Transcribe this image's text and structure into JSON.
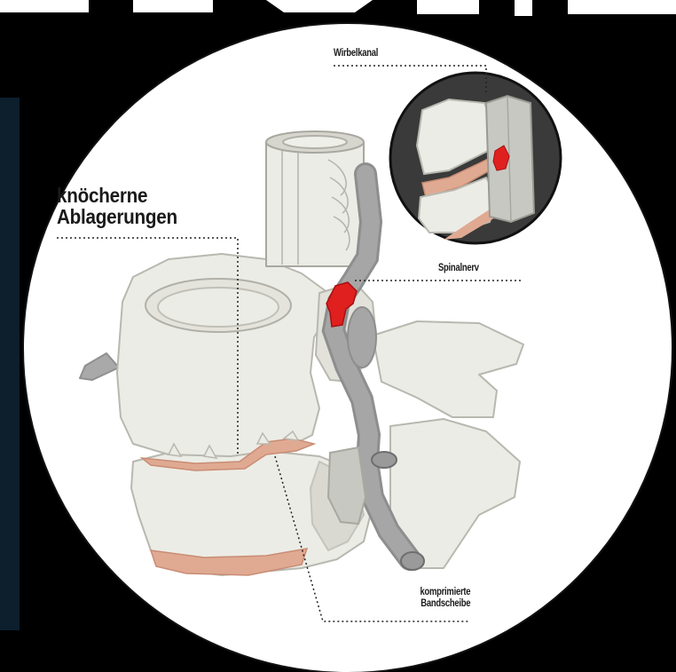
{
  "labels": {
    "bone_deposits_line1": "knöcherne",
    "bone_deposits_line2": "Ablagerungen",
    "spinal_canal": "Wirbelkanal",
    "spinal_nerve": "Spinalnerv",
    "compressed_disc_line1": "komprimierte",
    "compressed_disc_line2": "Bandscheibe"
  },
  "colors": {
    "background": "#000000",
    "circle_fill": "#ffffff",
    "bone": "#ecece6",
    "bone_outline": "#b8b8b0",
    "bone_shade": "#d9d9d2",
    "nerve": "#a6a6a6",
    "disc": "#e0aa92",
    "compression": "#e0201e",
    "inset_bg": "#3a3a3a",
    "leader_line": "#222222"
  }
}
